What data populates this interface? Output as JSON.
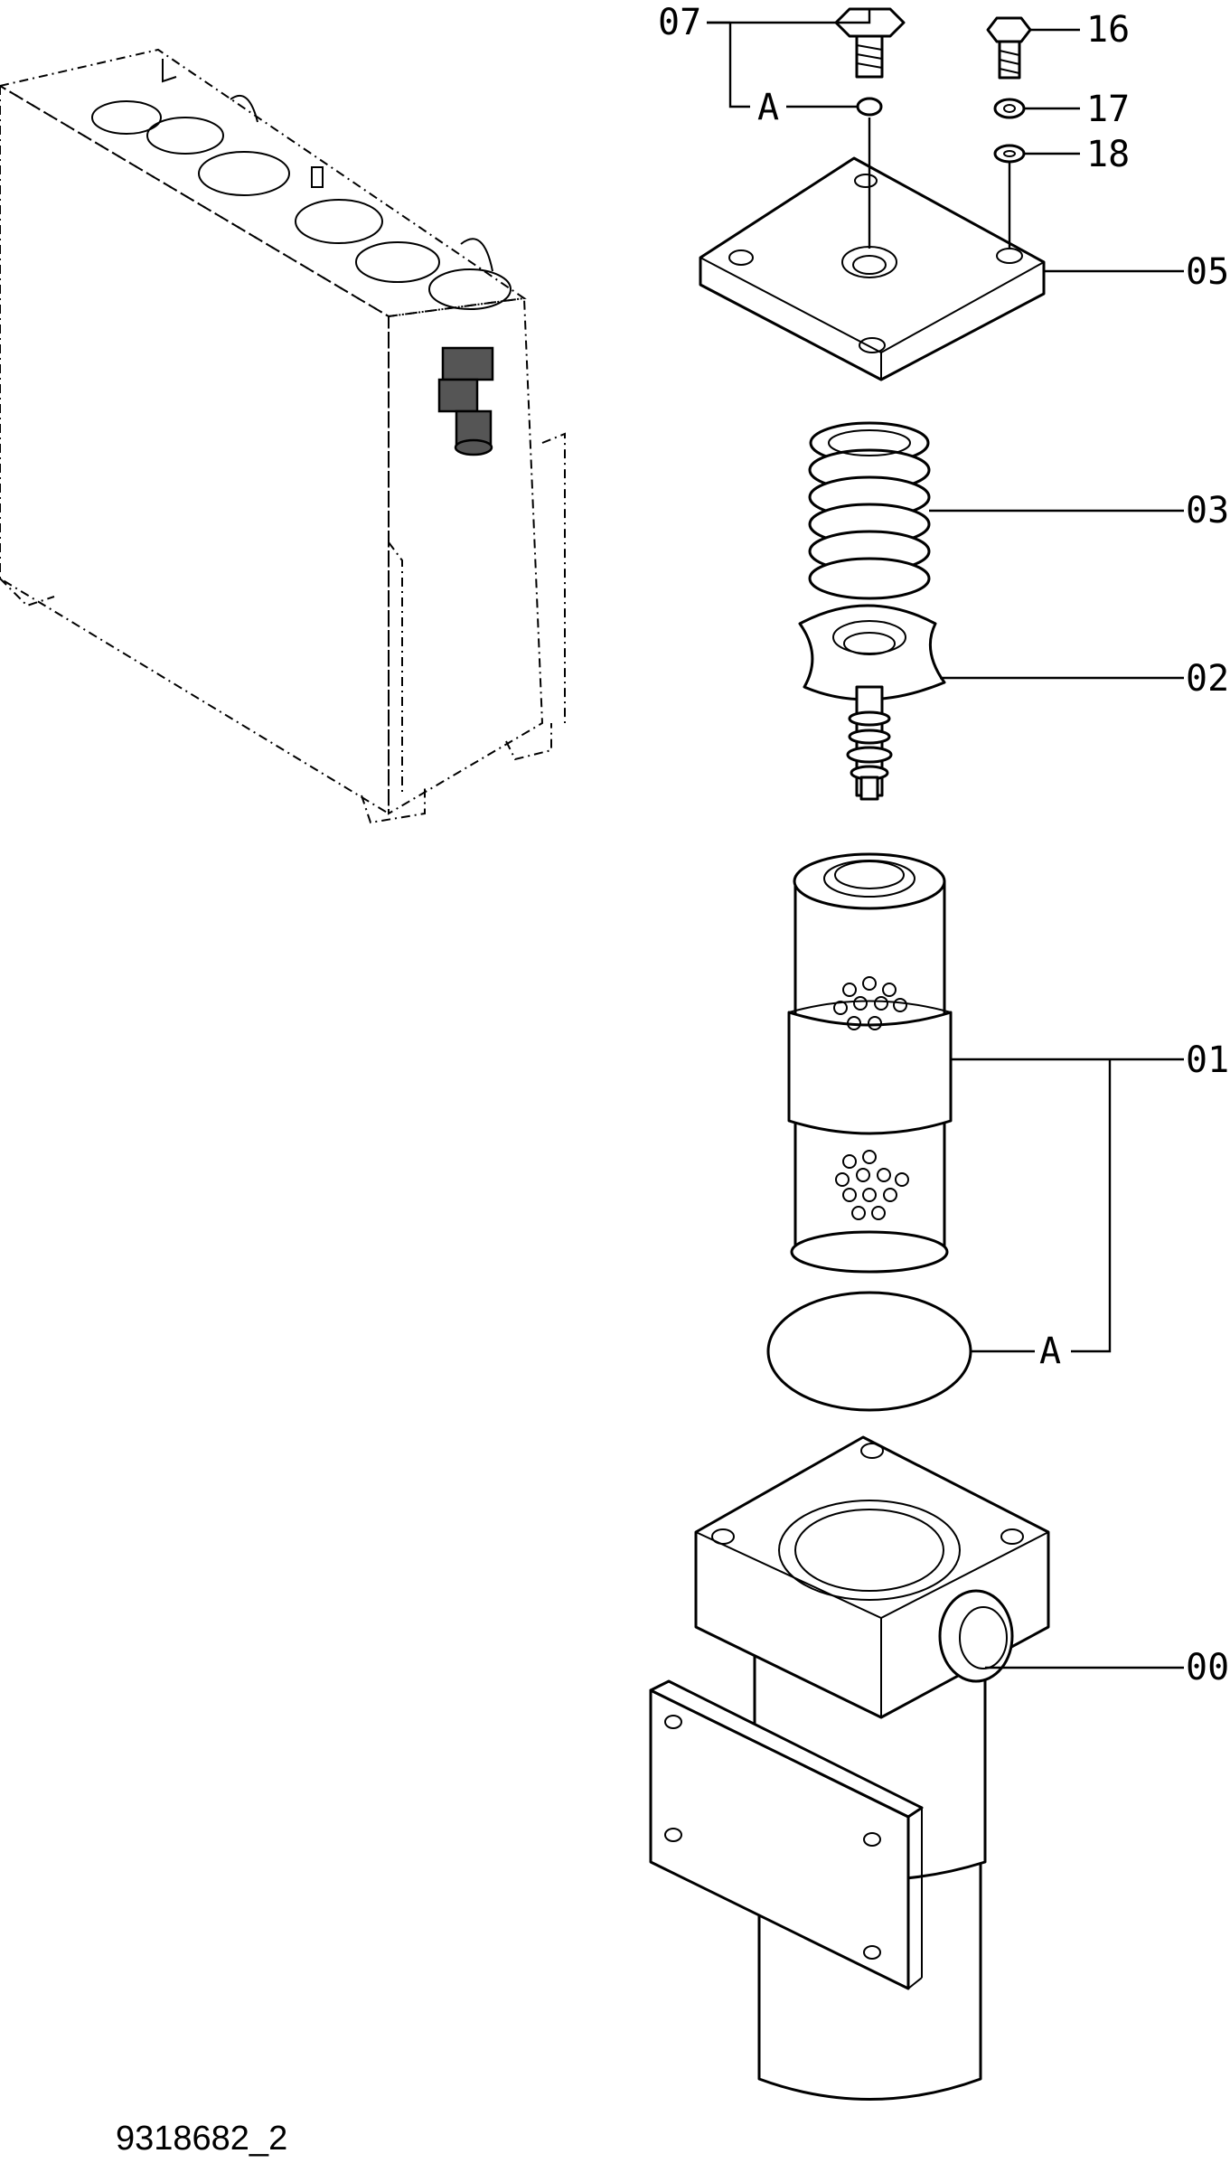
{
  "labels": {
    "p07": "07",
    "p16": "16",
    "p17": "17",
    "p18": "18",
    "p05": "05",
    "p03": "03",
    "p02": "02",
    "p01": "01",
    "p00": "00",
    "a_top": "A",
    "a_mid": "A"
  },
  "drawing_number": "9318682_2"
}
